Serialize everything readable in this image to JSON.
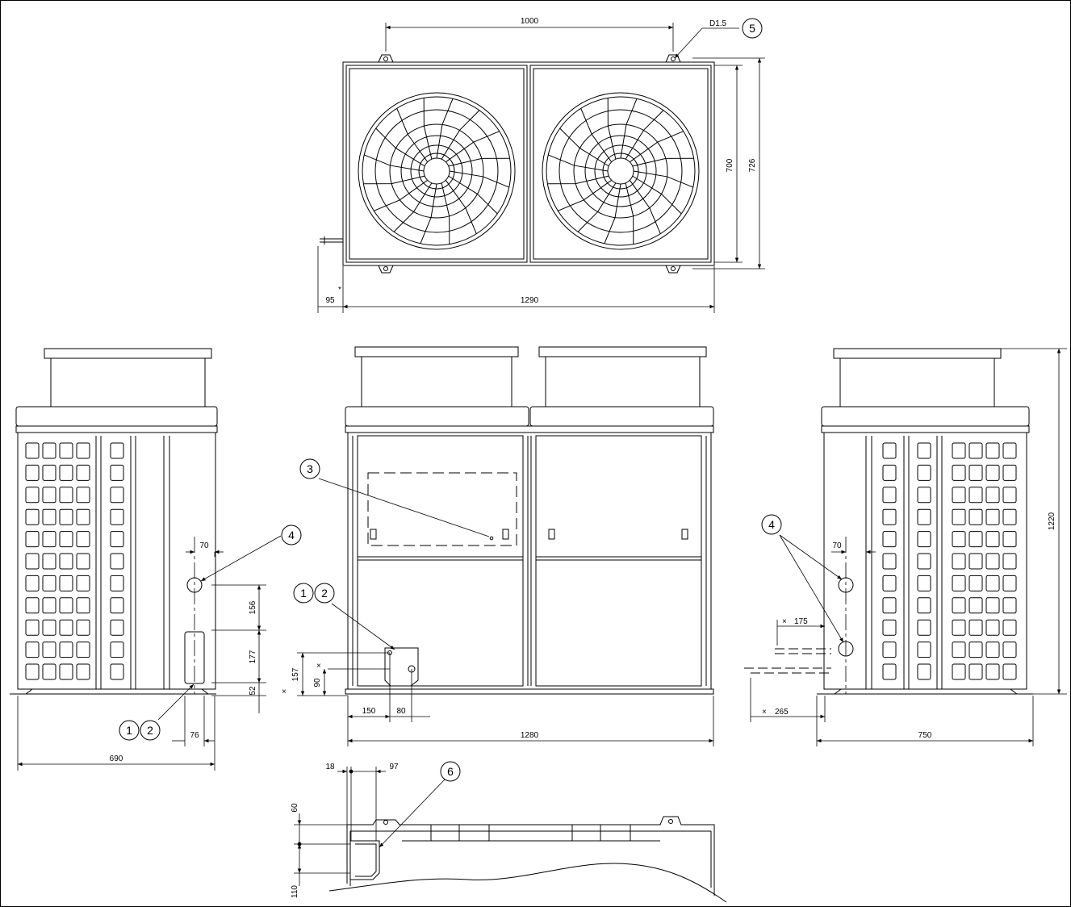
{
  "callouts": {
    "c1": "1",
    "c2": "2",
    "c3": "3",
    "c4": "4",
    "c5": "5",
    "c6": "6"
  },
  "top_view": {
    "dim_width_inner": "1000",
    "dim_width_outer": "1290",
    "dim_offset": "95",
    "offset_mark": "*",
    "dim_depth_inner": "700",
    "dim_depth_outer": "726",
    "bolt_spec": "D1.5"
  },
  "left_view": {
    "dim_70": "70",
    "dim_156": "156",
    "dim_177": "177",
    "dim_52": "52",
    "dim_76": "76",
    "dim_690": "690"
  },
  "front_view": {
    "dim_157": "157",
    "dim_90": "90",
    "dim_150": "150",
    "dim_80": "80",
    "dim_1280": "1280",
    "ref_mark": "×"
  },
  "right_view": {
    "dim_70": "70",
    "dim_175": "175",
    "dim_265": "265",
    "dim_750": "750",
    "dim_1220": "1220"
  },
  "base_detail": {
    "dim_18": "18",
    "dim_97": "97",
    "dim_60": "60",
    "dim_110": "110"
  }
}
